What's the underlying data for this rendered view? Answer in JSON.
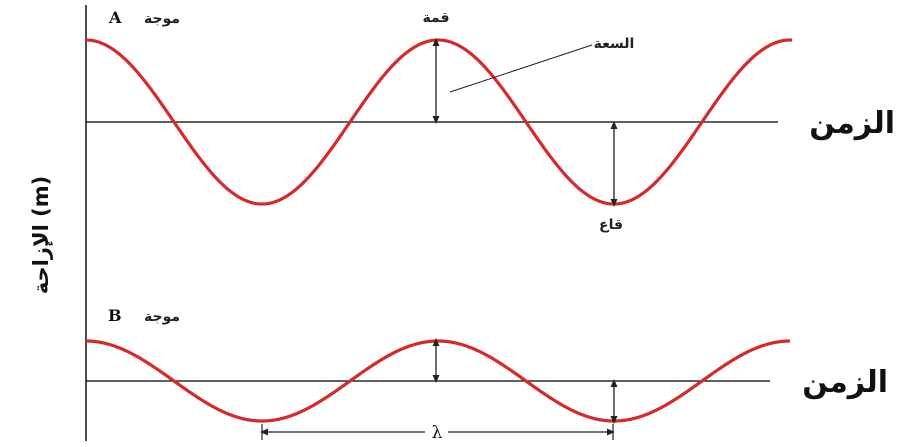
{
  "y_axis_label": "الإزاحة (m)",
  "wave_a": {
    "label": "موجة",
    "letter": "A",
    "time_label": "الزمن",
    "crest_label": "قمة",
    "trough_label": "قاع",
    "amplitude_label": "السعة"
  },
  "wave_b": {
    "label": "موجة",
    "letter": "B",
    "time_label": "الزمن",
    "wavelength_symbol": "λ"
  },
  "colors": {
    "wave": "#d42a2a",
    "axis": "#000000",
    "annotation": "#222222"
  }
}
